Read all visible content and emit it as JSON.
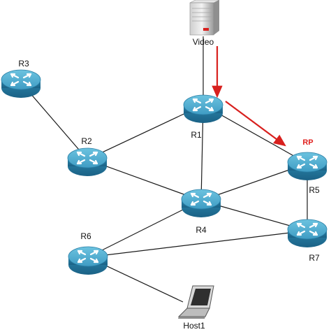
{
  "nodes": {
    "server": {
      "label": "Video",
      "icon": "server-icon"
    },
    "r1": {
      "label": "R1",
      "icon": "router-icon"
    },
    "r2": {
      "label": "R2",
      "icon": "router-icon"
    },
    "r3": {
      "label": "R3",
      "icon": "router-icon"
    },
    "r4": {
      "label": "R4",
      "icon": "router-icon"
    },
    "r5": {
      "label": "R5",
      "icon": "router-icon",
      "tag": "RP"
    },
    "r6": {
      "label": "R6",
      "icon": "router-icon"
    },
    "r7": {
      "label": "R7",
      "icon": "router-icon"
    },
    "host": {
      "label": "Host1",
      "icon": "laptop-icon"
    }
  },
  "links": [
    [
      "server",
      "r1"
    ],
    [
      "r3",
      "r2"
    ],
    [
      "r2",
      "r1"
    ],
    [
      "r2",
      "r4"
    ],
    [
      "r1",
      "r4"
    ],
    [
      "r1",
      "r5"
    ],
    [
      "r4",
      "r5"
    ],
    [
      "r4",
      "r7"
    ],
    [
      "r5",
      "r7"
    ],
    [
      "r4",
      "r6"
    ],
    [
      "r6",
      "r7"
    ],
    [
      "r6",
      "host"
    ]
  ],
  "colors": {
    "router": "#2f8fb3",
    "arrow": "#d8201e",
    "rp_label": "#e0201e"
  }
}
